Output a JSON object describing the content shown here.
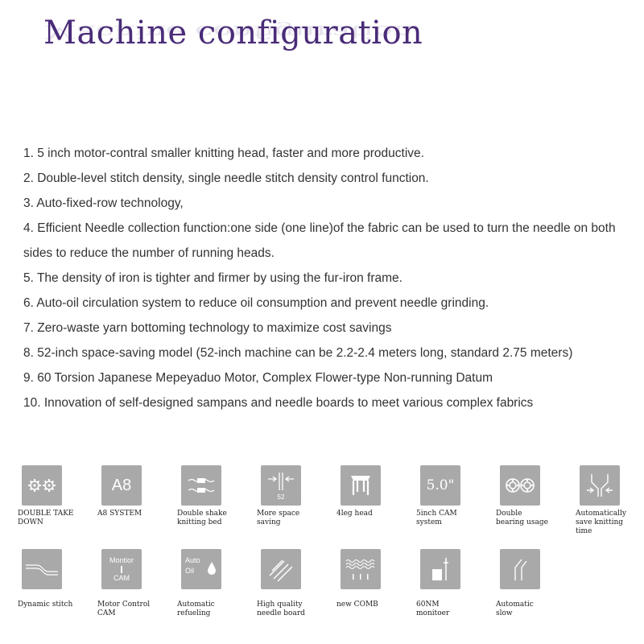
{
  "title": "Machine configuration",
  "features": [
    "1. 5 inch motor-contral smaller knitting head, faster and more productive.",
    "2. Double-level stitch density, single needle stitch density control function.",
    "3. Auto-fixed-row technology,",
    "4. Efficient Needle collection function:one side (one line)of the fabric can be used to turn the needle on both sides to reduce the number of running heads.",
    "5. The density of iron is tighter and firmer by using the fur-iron frame.",
    "6. Auto-oil circulation system to reduce oil consumption and prevent needle grinding.",
    "7. Zero-waste yarn bottoming technology to maximize cost savings",
    "8. 52-inch space-saving model (52-inch machine can be 2.2-2.4 meters long, standard 2.75 meters)",
    "9. 60 Torsion Japanese Mepeyaduo Motor, Complex Flower-type Non-running Datum",
    "10. Innovation of self-designed sampans and needle boards to meet various complex fabrics"
  ],
  "icon_rows": [
    [
      {
        "label": "DOUBLE TAKE DOWN",
        "icon": "double-gear-icon"
      },
      {
        "label": "A8 SYSTEM",
        "icon": "a8-text-icon",
        "tile_text": "A8"
      },
      {
        "label": "Double shake knitting bed",
        "icon": "double-bed-icon"
      },
      {
        "label": "More space saving",
        "icon": "space-saving-icon",
        "tile_text": "52"
      },
      {
        "label": "4leg head",
        "icon": "four-leg-head-icon"
      },
      {
        "label": "5inch CAM system",
        "icon": "cam-5-icon",
        "tile_text": "5.0\""
      },
      {
        "label": "Double bearing usage",
        "icon": "double-bearing-icon"
      },
      {
        "label": "Automatically save knitting time",
        "icon": "auto-save-time-icon"
      }
    ],
    [
      {
        "label": "Dynamic stitch",
        "icon": "dynamic-stitch-icon"
      },
      {
        "label": "Motor Control CAM",
        "icon": "motor-control-cam-icon",
        "tile_text_top": "Montior",
        "tile_text_bottom": "CAM"
      },
      {
        "label": "Automatic refueling",
        "icon": "auto-oil-icon",
        "tile_text_top": "Auto",
        "tile_text_bottom": "Oil"
      },
      {
        "label": "High quality needle board",
        "icon": "needle-board-icon"
      },
      {
        "label": "new COMB",
        "icon": "comb-icon"
      },
      {
        "label": "60NM monitoer",
        "icon": "monitor-60nm-icon"
      },
      {
        "label": "Automatic slow",
        "icon": "automatic-slow-icon"
      }
    ]
  ]
}
